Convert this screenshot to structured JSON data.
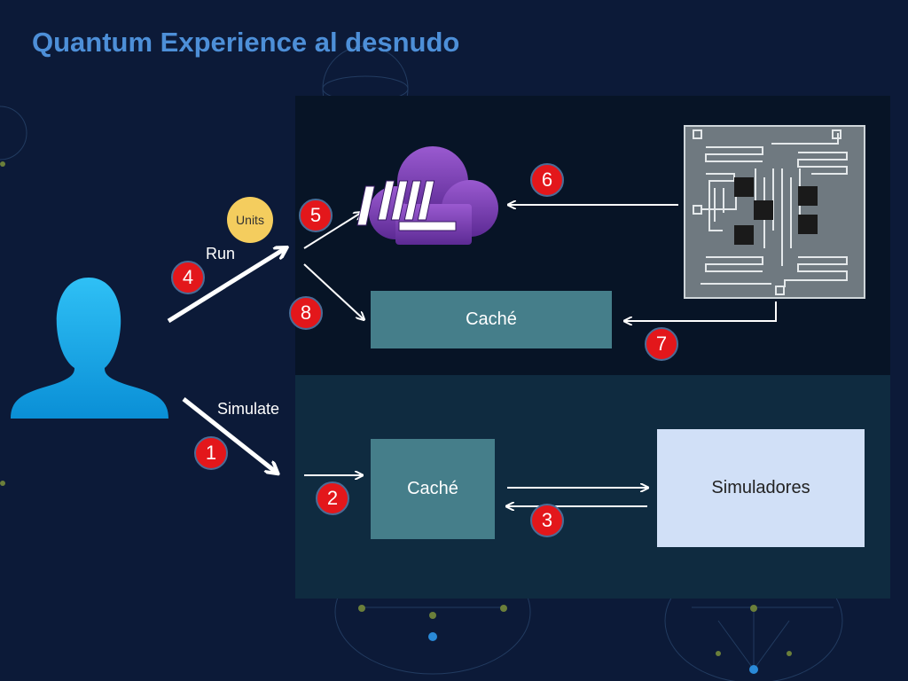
{
  "title": "Quantum Experience al desnudo",
  "labels": {
    "units": "Units",
    "run": "Run",
    "simulate": "Simulate"
  },
  "boxes": {
    "cache_top": "Caché",
    "cache_bottom": "Caché",
    "simulators": "Simuladores"
  },
  "steps": [
    "1",
    "2",
    "3",
    "4",
    "5",
    "6",
    "7",
    "8"
  ],
  "colors": {
    "background": "#0c1a38",
    "title": "#4d8fd8",
    "panel_top": "#071426",
    "panel_bottom": "#0f2b40",
    "cache": "#457e8a",
    "simulators": "#d1e0f7",
    "badge": "#e3171b",
    "units": "#f4cd5e",
    "cloud": "#7b3fb0",
    "user": "#1ea7e8",
    "chip": "#6f7980"
  },
  "icons": [
    "user-icon",
    "cloud-server-icon",
    "quantum-chip-icon"
  ]
}
